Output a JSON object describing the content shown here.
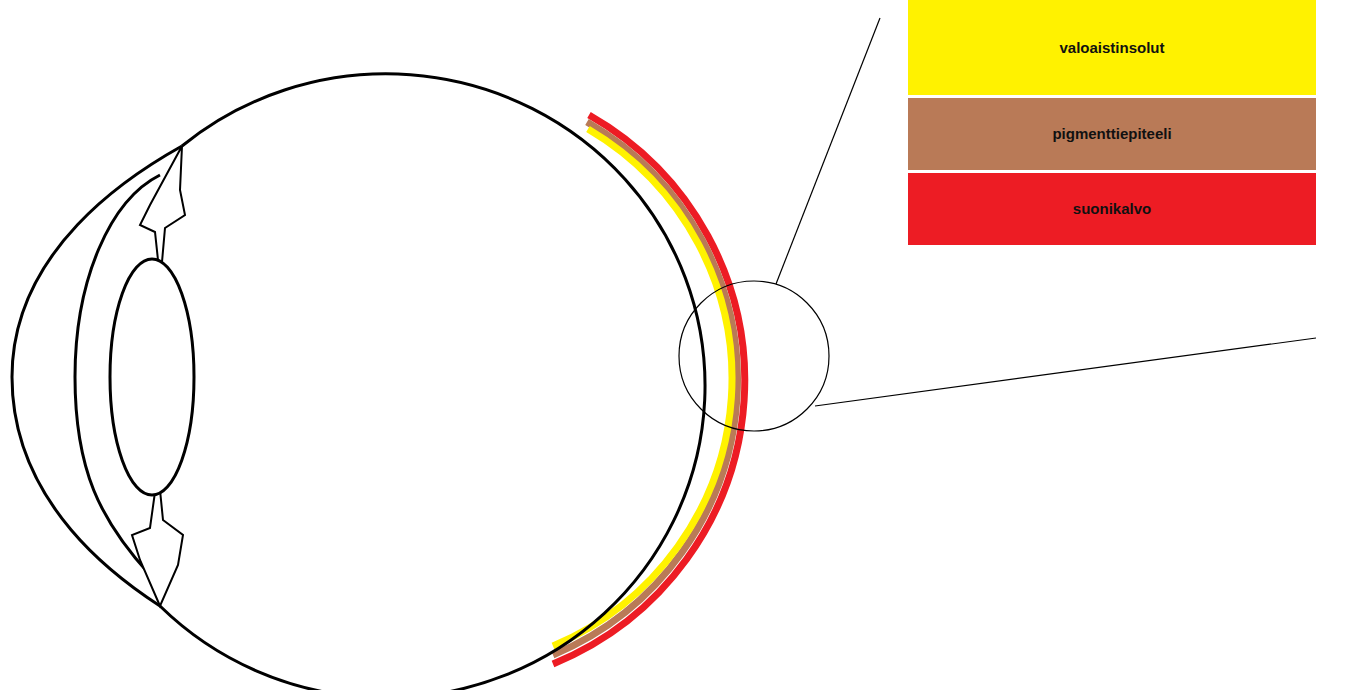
{
  "diagram": {
    "nodes": [
      {
        "text": [
          "valoaistinsolut"
        ]
      },
      {
        "text": [
          "pigmenttiepiteeli"
        ]
      },
      {
        "text": [
          "suonikalvo"
        ]
      }
    ]
  }
}
